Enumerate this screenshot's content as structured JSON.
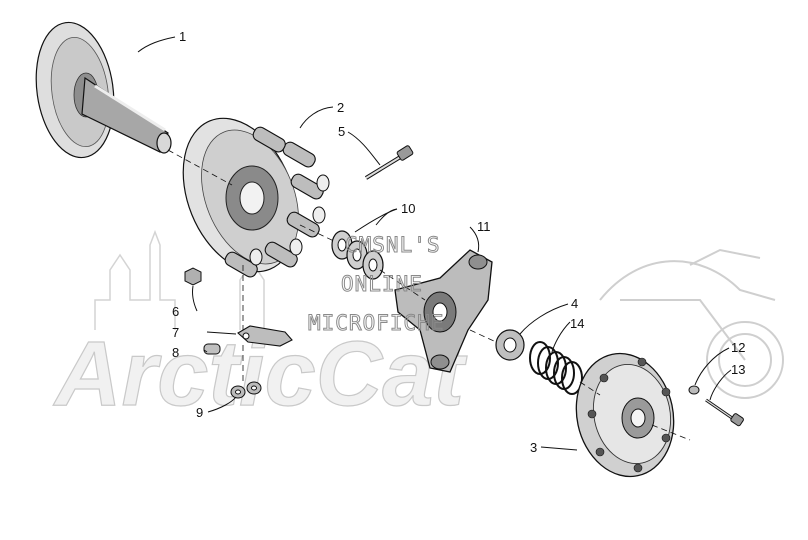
{
  "diagram": {
    "watermark_lines": [
      "CMSNL'S",
      "ONLINE",
      "MICROFICHE"
    ],
    "watermark_logo": "ArcticCat",
    "part_labels": {
      "p1": "1",
      "p2": "2",
      "p3": "3",
      "p4": "4",
      "p5": "5",
      "p6": "6",
      "p7": "7",
      "p8": "8",
      "p9": "9",
      "p10": "10",
      "p11": "11",
      "p12": "12",
      "p13": "13",
      "p14": "14"
    }
  }
}
